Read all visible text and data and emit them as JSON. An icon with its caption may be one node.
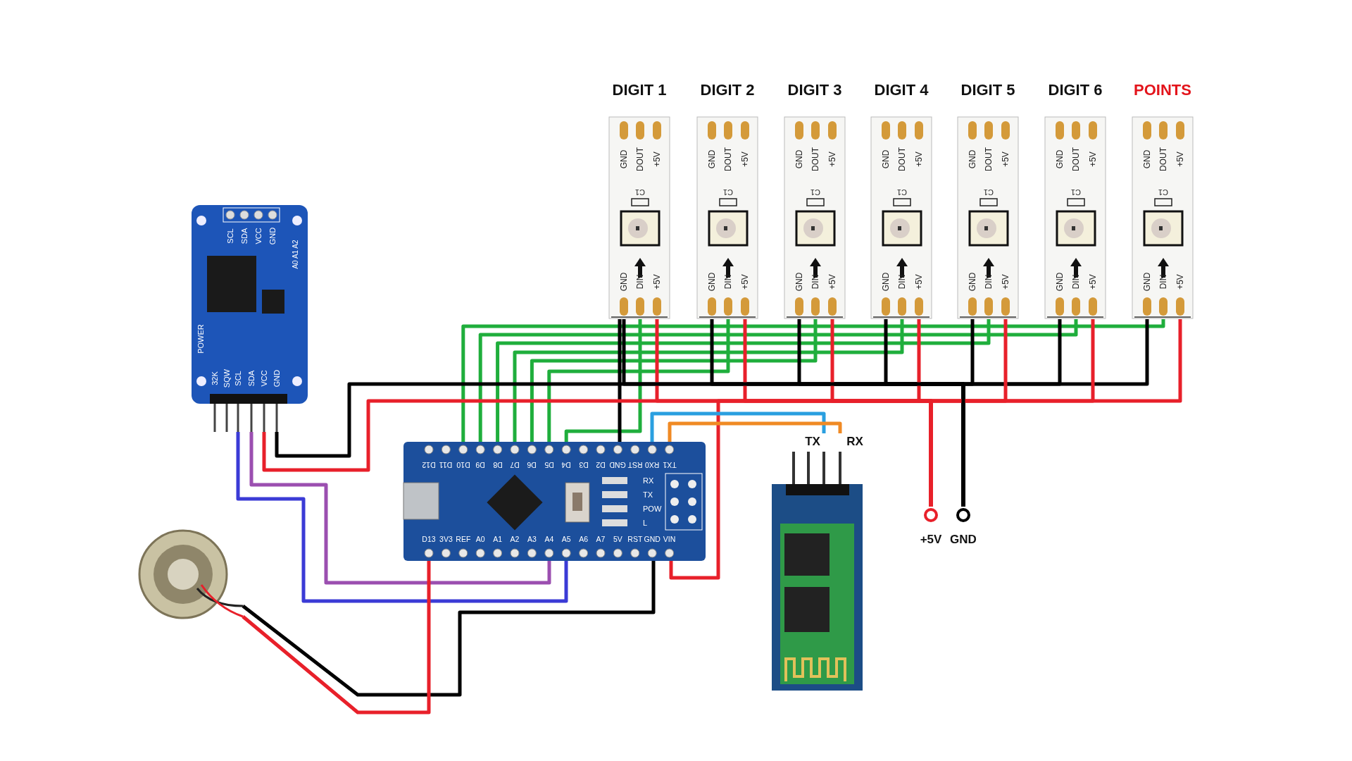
{
  "diagram": {
    "nodes": [
      {
        "text": [
          "DIGIT 1",
          "GND",
          "DOUT",
          "+5V",
          "C1",
          "GND",
          "DIN",
          "+5V"
        ]
      },
      {
        "text": [
          "DIGIT 2",
          "GND",
          "DOUT",
          "+5V",
          "C1",
          "GND",
          "DIN",
          "+5V"
        ]
      },
      {
        "text": [
          "DIGIT 3",
          "GND",
          "DOUT",
          "+5V",
          "C1",
          "GND",
          "DIN",
          "+5V"
        ]
      },
      {
        "text": [
          "DIGIT 4",
          "GND",
          "DOUT",
          "+5V",
          "C1",
          "GND",
          "DIN",
          "+5V"
        ]
      },
      {
        "text": [
          "DIGIT 5",
          "GND",
          "DOUT",
          "+5V",
          "C1",
          "GND",
          "DIN",
          "+5V"
        ]
      },
      {
        "text": [
          "DIGIT 6",
          "GND",
          "DOUT",
          "+5V",
          "C1",
          "GND",
          "DIN",
          "+5V"
        ]
      },
      {
        "text": [
          "POINTS",
          "GND",
          "DOUT",
          "+5V",
          "C1",
          "GND",
          "DIN",
          "+5V"
        ]
      },
      {
        "text": [
          "SCL",
          "SDA",
          "VCC",
          "GND",
          "A0 A1 A2",
          "POWER",
          "32K",
          "SQW",
          "SCL",
          "SDA",
          "VCC",
          "GND"
        ]
      },
      {
        "text": [
          "D12",
          "D11",
          "D10",
          "D9",
          "D8",
          "D7",
          "D6",
          "D5",
          "D4",
          "D3",
          "D2",
          "GND",
          "RST",
          "RX0",
          "TX1",
          "D13",
          "3V3",
          "REF",
          "A0",
          "A1",
          "A2",
          "A3",
          "A4",
          "A5",
          "A6",
          "A7",
          "5V",
          "RST",
          "GND",
          "VIN",
          "RX",
          "TX",
          "POW",
          "L"
        ]
      },
      {
        "text": [
          "TX",
          "RX"
        ]
      },
      {
        "text": [
          "+5V"
        ]
      },
      {
        "text": [
          "GND"
        ]
      },
      {
        "text": [],
        "shape": "speaker"
      }
    ],
    "edges": [
      {
        "from": 8,
        "to": 0,
        "arrow": "none",
        "color": "#1fae3c"
      },
      {
        "from": 8,
        "to": 1,
        "arrow": "none",
        "color": "#1fae3c"
      },
      {
        "from": 8,
        "to": 2,
        "arrow": "none",
        "color": "#1fae3c"
      },
      {
        "from": 8,
        "to": 3,
        "arrow": "none",
        "color": "#1fae3c"
      },
      {
        "from": 8,
        "to": 4,
        "arrow": "none",
        "color": "#1fae3c"
      },
      {
        "from": 8,
        "to": 5,
        "arrow": "none",
        "color": "#1fae3c"
      },
      {
        "from": 8,
        "to": 6,
        "arrow": "none",
        "color": "#1fae3c"
      },
      {
        "from": 8,
        "to": 0,
        "arrow": "none",
        "color": "#000000"
      },
      {
        "from": 0,
        "to": 11,
        "arrow": "none",
        "color": "#000000"
      },
      {
        "from": 1,
        "to": 11,
        "arrow": "none",
        "color": "#000000"
      },
      {
        "from": 2,
        "to": 11,
        "arrow": "none",
        "color": "#000000"
      },
      {
        "from": 3,
        "to": 11,
        "arrow": "none",
        "color": "#000000"
      },
      {
        "from": 4,
        "to": 11,
        "arrow": "none",
        "color": "#000000"
      },
      {
        "from": 5,
        "to": 11,
        "arrow": "none",
        "color": "#000000"
      },
      {
        "from": 6,
        "to": 11,
        "arrow": "none",
        "color": "#000000"
      },
      {
        "from": 0,
        "to": 10,
        "arrow": "none",
        "color": "#e8202a"
      },
      {
        "from": 1,
        "to": 10,
        "arrow": "none",
        "color": "#e8202a"
      },
      {
        "from": 2,
        "to": 10,
        "arrow": "none",
        "color": "#e8202a"
      },
      {
        "from": 3,
        "to": 10,
        "arrow": "none",
        "color": "#e8202a"
      },
      {
        "from": 4,
        "to": 10,
        "arrow": "none",
        "color": "#e8202a"
      },
      {
        "from": 5,
        "to": 10,
        "arrow": "none",
        "color": "#e8202a"
      },
      {
        "from": 6,
        "to": 10,
        "arrow": "none",
        "color": "#e8202a"
      },
      {
        "from": 7,
        "to": 11,
        "arrow": "none",
        "color": "#000000"
      },
      {
        "from": 7,
        "to": 10,
        "arrow": "none",
        "color": "#e8202a"
      },
      {
        "from": 8,
        "to": 10,
        "arrow": "none",
        "color": "#e8202a"
      },
      {
        "from": 7,
        "to": 8,
        "arrow": "none",
        "color": "#3b3bd6"
      },
      {
        "from": 7,
        "to": 8,
        "arrow": "none",
        "color": "#9b4fb0"
      },
      {
        "from": 8,
        "to": 9,
        "arrow": "none",
        "color": "#2a9fe0"
      },
      {
        "from": 8,
        "to": 9,
        "arrow": "none",
        "color": "#f08a24"
      },
      {
        "from": 8,
        "to": 12,
        "arrow": "none",
        "color": "#000000"
      },
      {
        "from": 8,
        "to": 12,
        "arrow": "none",
        "color": "#e8202a"
      }
    ]
  }
}
